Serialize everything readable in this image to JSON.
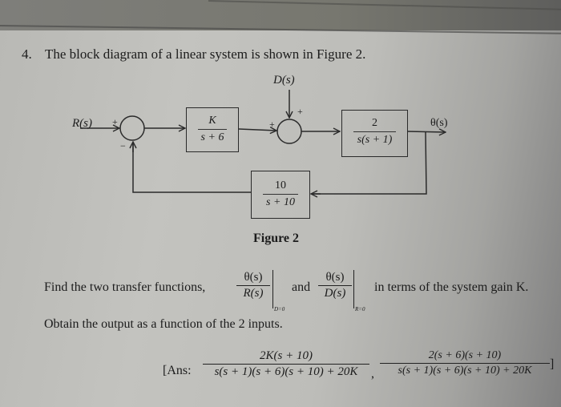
{
  "question": {
    "number": "4.",
    "intro": "The block diagram of a linear system is shown in Figure 2."
  },
  "diagram": {
    "inputs": {
      "reference": "R(s)",
      "disturbance": "D(s)"
    },
    "output": "θ(s)",
    "sign_labels": {
      "sum1_input": "+",
      "sum1_feedback": "−",
      "sum2_left": "+",
      "sum2_top": "+"
    },
    "blocks": {
      "controller": {
        "num": "K",
        "den": "s + 6"
      },
      "plant": {
        "num": "2",
        "den": "s(s + 1)"
      },
      "feedback": {
        "num": "10",
        "den": "s + 10"
      }
    },
    "caption": "Figure 2"
  },
  "task": {
    "find_prefix": "Find the two transfer functions,",
    "tf1": {
      "num": "θ(s)",
      "den": "R(s)",
      "condition": "D=0"
    },
    "and": "and",
    "tf2": {
      "num": "θ(s)",
      "den": "D(s)",
      "condition": "R=0"
    },
    "suffix": "in terms of the system gain K.",
    "line2": "Obtain the output as a function of the 2 inputs."
  },
  "answer": {
    "prefix": "[Ans:",
    "ans1": {
      "num": "2K(s + 10)",
      "den": "s(s + 1)(s + 6)(s + 10) + 20K"
    },
    "sep": ",",
    "ans2": {
      "num": "2(s + 6)(s + 10)",
      "den": "s(s + 1)(s + 6)(s + 10) + 20K"
    },
    "suffix": "]"
  }
}
